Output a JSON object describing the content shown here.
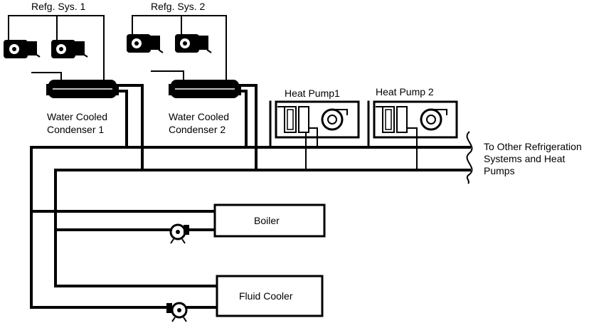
{
  "labels": {
    "refg_sys_1": "Refg. Sys. 1",
    "refg_sys_2": "Refg. Sys. 2",
    "condenser_1_line1": "Water Cooled",
    "condenser_1_line2": "Condenser 1",
    "condenser_2_line1": "Water Cooled",
    "condenser_2_line2": "Condenser 2",
    "heat_pump_1": "Heat Pump1",
    "heat_pump_2": "Heat Pump 2",
    "to_other_line1": "To Other Refrigeration",
    "to_other_line2": "Systems and Heat",
    "to_other_line3": "Pumps",
    "boiler": "Boiler",
    "fluid_cooler": "Fluid Cooler"
  },
  "icons": {
    "compressor": "compressor-icon",
    "pump": "pump-icon",
    "fan": "fan-icon",
    "break": "pipe-break-icon"
  },
  "colors": {
    "line": "#000000",
    "background": "#ffffff"
  }
}
